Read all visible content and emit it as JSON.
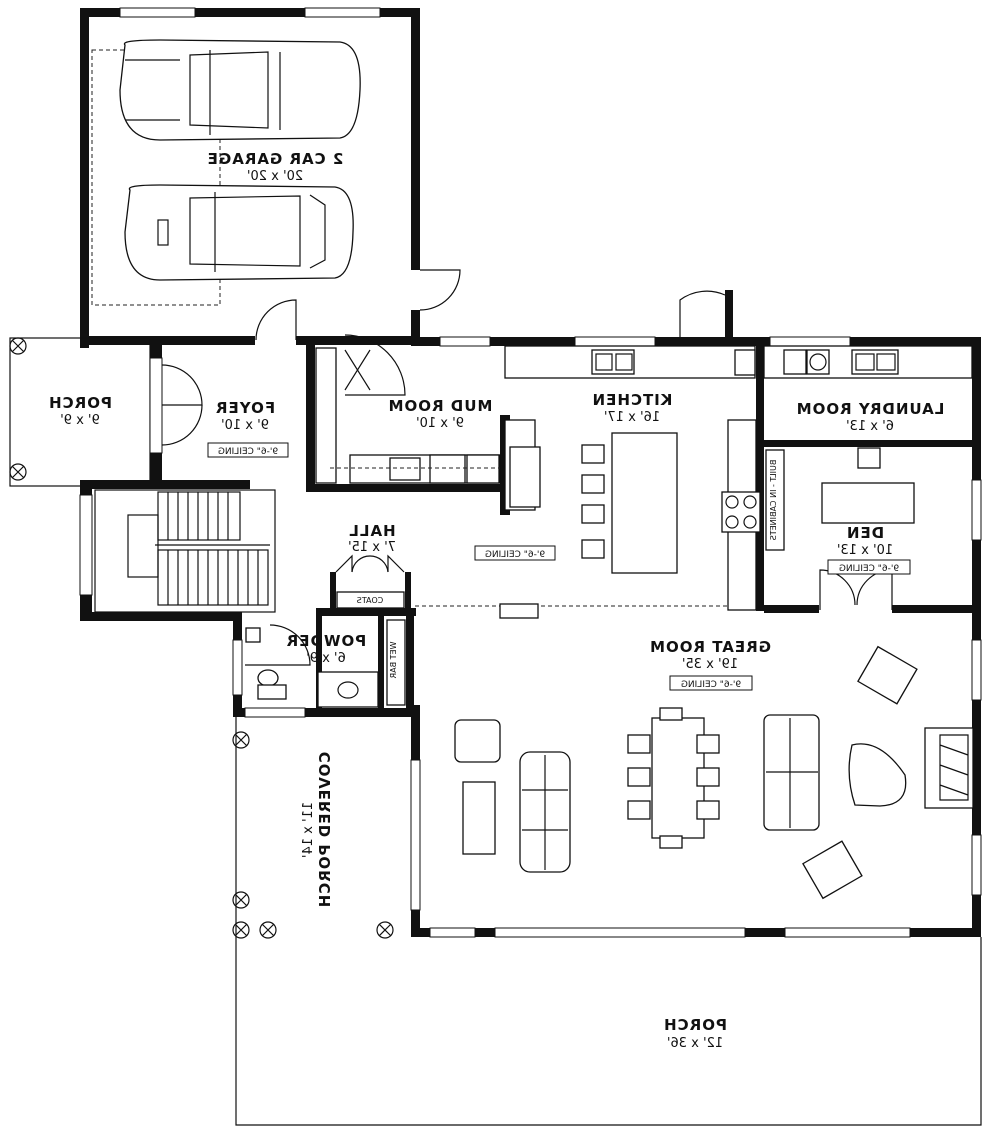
{
  "rooms": {
    "garage": {
      "name": "2 CAR GARAGE",
      "size": "20' x 20'"
    },
    "porch_left": {
      "name": "PORCH",
      "size": "9' x 9'"
    },
    "foyer": {
      "name": "FOYER",
      "size": "9' x 10'",
      "ceiling": "9'-6\" CEILING"
    },
    "mud_room": {
      "name": "MUD ROOM",
      "size": "9' x 10'"
    },
    "kitchen": {
      "name": "KITCHEN",
      "size": "16' x 17'",
      "ceiling": "9'-6\" CEILING"
    },
    "laundry": {
      "name": "LAUNDRY ROOM",
      "size": "6' x 13'"
    },
    "den": {
      "name": "DEN",
      "size": "10' x 13'",
      "ceiling": "9'-6\" CEILING"
    },
    "hall": {
      "name": "HALL",
      "size": "7' x 15'"
    },
    "coats": {
      "name": "COATS"
    },
    "powder": {
      "name": "POWDER",
      "size": "6' x 9'"
    },
    "great_room": {
      "name": "GREAT ROOM",
      "size": "19' x 35'",
      "ceiling": "9'-6\" CEILING"
    },
    "covered_porch": {
      "name": "COVERED PORCH",
      "size": "11' x 14'"
    },
    "porch_bottom": {
      "name": "PORCH",
      "size": "12' x 36'"
    }
  },
  "notes": {
    "wet_bar": "WET BAR",
    "built_in_cabinets": "BUILT - IN CABINETS"
  }
}
